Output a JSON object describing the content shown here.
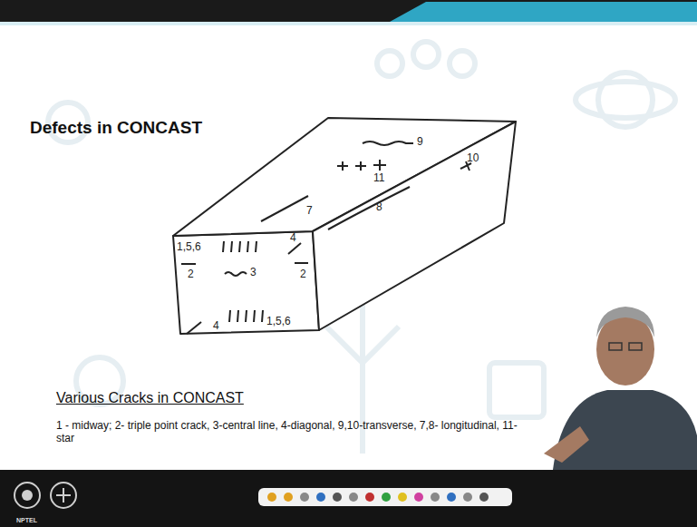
{
  "diagram": {
    "title": "Defects in CONCAST",
    "caption": "1 - midway; 2- triple point crack, 3-central line, 4-diagonal, 9,10-transverse, 7,8- longitudinal, 11-star",
    "labels": [
      "9",
      "10",
      "11",
      "7",
      "8",
      "1,5,6",
      "4",
      "2",
      "3",
      "2",
      "4",
      "1,5,6",
      "Various Cracks in CONCAST",
      "NPTEL"
    ]
  }
}
